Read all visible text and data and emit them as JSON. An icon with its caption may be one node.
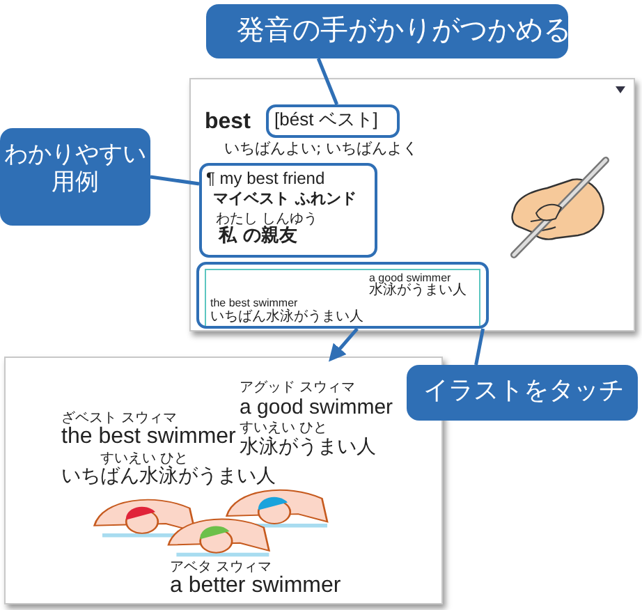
{
  "diagram": {
    "nodes": [
      {
        "text": [
          "発音の手がかりがつかめる"
        ]
      },
      {
        "text": [
          "わかりやすい用例"
        ]
      },
      {
        "text": [
          "イラストをタッチ"
        ]
      },
      {
        "text": [
          "best",
          "いちばんよい; いちばんよく"
        ]
      },
      {
        "text": [
          "[bést ベスト]"
        ],
        "in": 3
      },
      {
        "text": [
          "¶ my best friend",
          "マイベスト ふれンド",
          "わたし しんゆう",
          "私 の親友"
        ],
        "in": 3
      },
      {
        "text": [
          "a good swimmer",
          "水泳がうまい人",
          "the best swimmer",
          "いちばん水泳がうまい人"
        ],
        "in": 3
      },
      {
        "text": [
          "アグッド スウィマ",
          "a good swimmer",
          "すいえい ひと",
          "水泳がうまい人",
          "ざベスト スウィマ",
          "the best swimmer",
          "すいえい ひと",
          "いちばん水泳がうまい人",
          "アベタ スウィマ",
          "a better swimmer"
        ]
      }
    ],
    "edges": [
      {
        "from": 0,
        "to": 4,
        "arrow": "none"
      },
      {
        "from": 1,
        "to": 5,
        "arrow": "none"
      },
      {
        "from": 2,
        "to": 6,
        "arrow": "none"
      },
      {
        "from": 6,
        "to": 7,
        "arrow": "to"
      }
    ]
  }
}
